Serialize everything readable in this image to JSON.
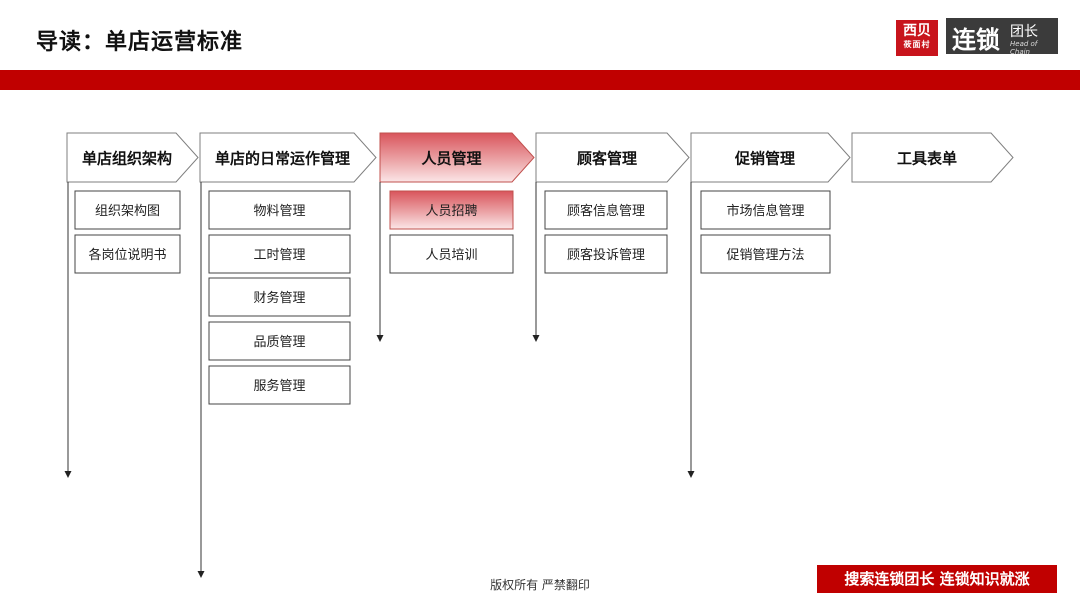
{
  "header": {
    "title": "导读：单店运营标准",
    "logo_xibei": {
      "line1": "西贝",
      "line2": "莜面村"
    },
    "logo_chain": {
      "big": "连锁",
      "small": "团长",
      "english": "Head of Chain"
    }
  },
  "colors": {
    "accent_red": "#c00000",
    "logo_dark": "#3b3b3b"
  },
  "diagram": {
    "columns": [
      {
        "label": "单店组织架构",
        "highlighted": false,
        "items": [
          {
            "label": "组织架构图",
            "highlighted": false
          },
          {
            "label": "各岗位说明书",
            "highlighted": false
          }
        ]
      },
      {
        "label": "单店的日常运作管理",
        "highlighted": false,
        "items": [
          {
            "label": "物料管理",
            "highlighted": false
          },
          {
            "label": "工时管理",
            "highlighted": false
          },
          {
            "label": "财务管理",
            "highlighted": false
          },
          {
            "label": "品质管理",
            "highlighted": false
          },
          {
            "label": "服务管理",
            "highlighted": false
          }
        ]
      },
      {
        "label": "人员管理",
        "highlighted": true,
        "items": [
          {
            "label": "人员招聘",
            "highlighted": true
          },
          {
            "label": "人员培训",
            "highlighted": false
          }
        ]
      },
      {
        "label": "顾客管理",
        "highlighted": false,
        "items": [
          {
            "label": "顾客信息管理",
            "highlighted": false
          },
          {
            "label": "顾客投诉管理",
            "highlighted": false
          }
        ]
      },
      {
        "label": "促销管理",
        "highlighted": false,
        "items": [
          {
            "label": "市场信息管理",
            "highlighted": false
          },
          {
            "label": "促销管理方法",
            "highlighted": false
          }
        ]
      },
      {
        "label": "工具表单",
        "highlighted": false,
        "items": []
      }
    ]
  },
  "footer": {
    "copyright": "版权所有 严禁翻印",
    "slogan": "搜索连锁团长 连锁知识就涨"
  }
}
